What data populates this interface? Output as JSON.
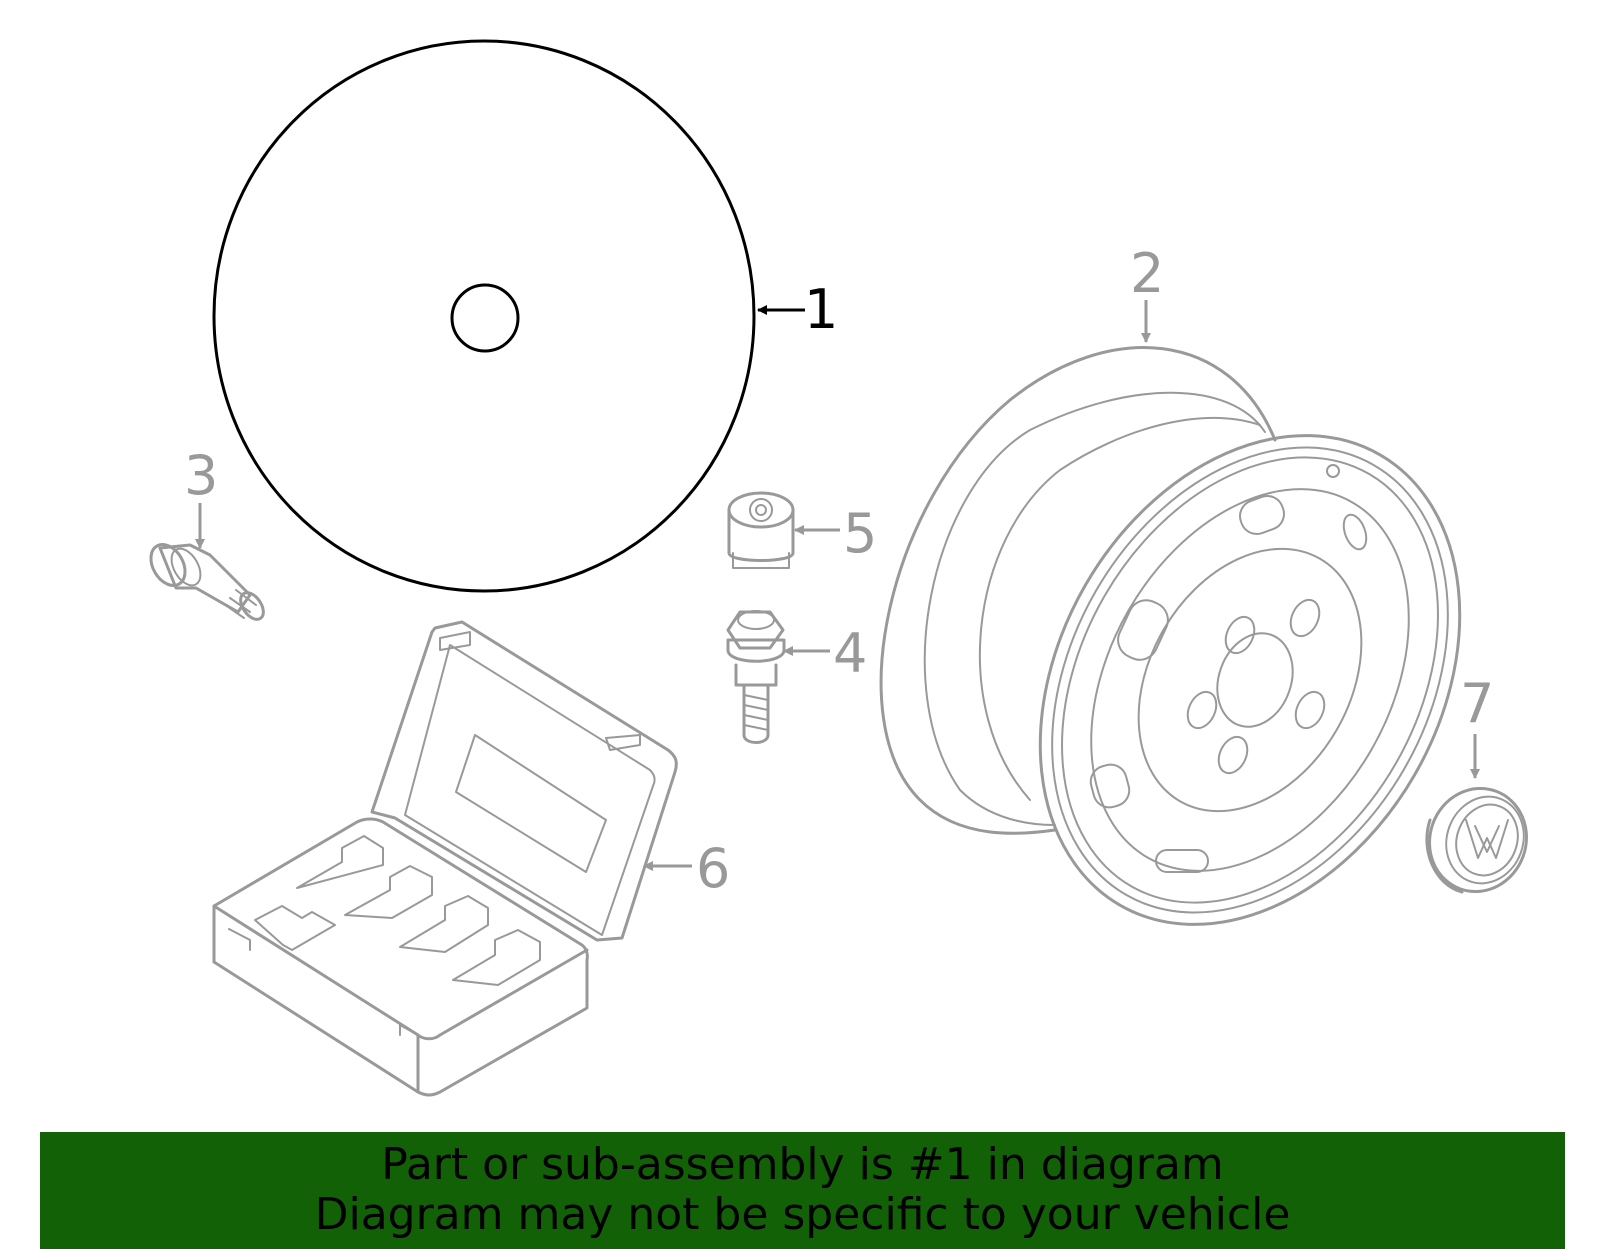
{
  "callouts": {
    "c1": "1",
    "c2": "2",
    "c3": "3",
    "c4": "4",
    "c5": "5",
    "c6": "6",
    "c7": "7"
  },
  "banner": {
    "line1": "Part or sub-assembly is #1 in diagram",
    "line2": "Diagram may not be specific to your vehicle",
    "background": "#126107"
  },
  "colors": {
    "highlighted_part": "#000000",
    "other_parts": "#999999"
  },
  "icons": {
    "part_7_emblem": "vw-logo-icon"
  }
}
